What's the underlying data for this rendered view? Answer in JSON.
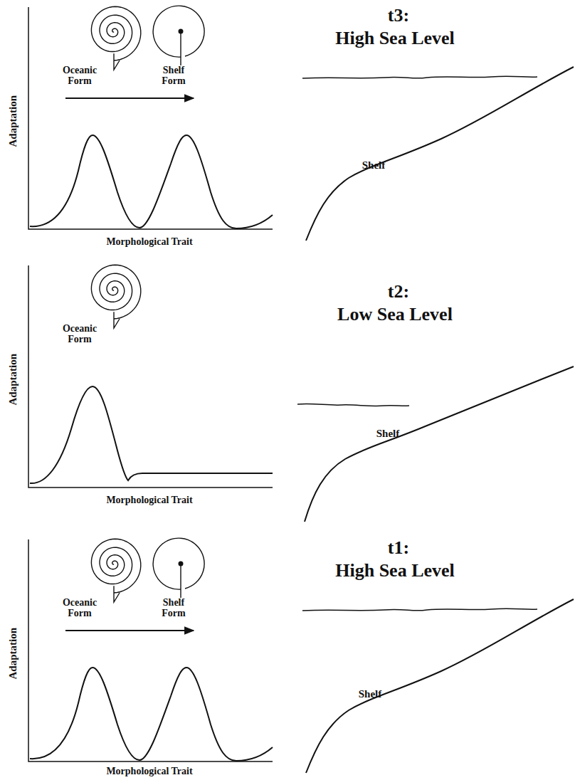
{
  "diagram": {
    "labels": [
      "Adaptation",
      "Oceanic Form",
      "Shelf Form",
      "Morphological Trait",
      "t3:",
      "High Sea Level",
      "Shelf",
      "Adaptation",
      "Oceanic Form",
      "Morphological Trait",
      "t2:",
      "Low Sea Level",
      "Shelf",
      "Adaptation",
      "Oceanic Form",
      "Shelf Form",
      "Morphological Trait",
      "t1:",
      "High Sea Level",
      "Shelf"
    ]
  }
}
